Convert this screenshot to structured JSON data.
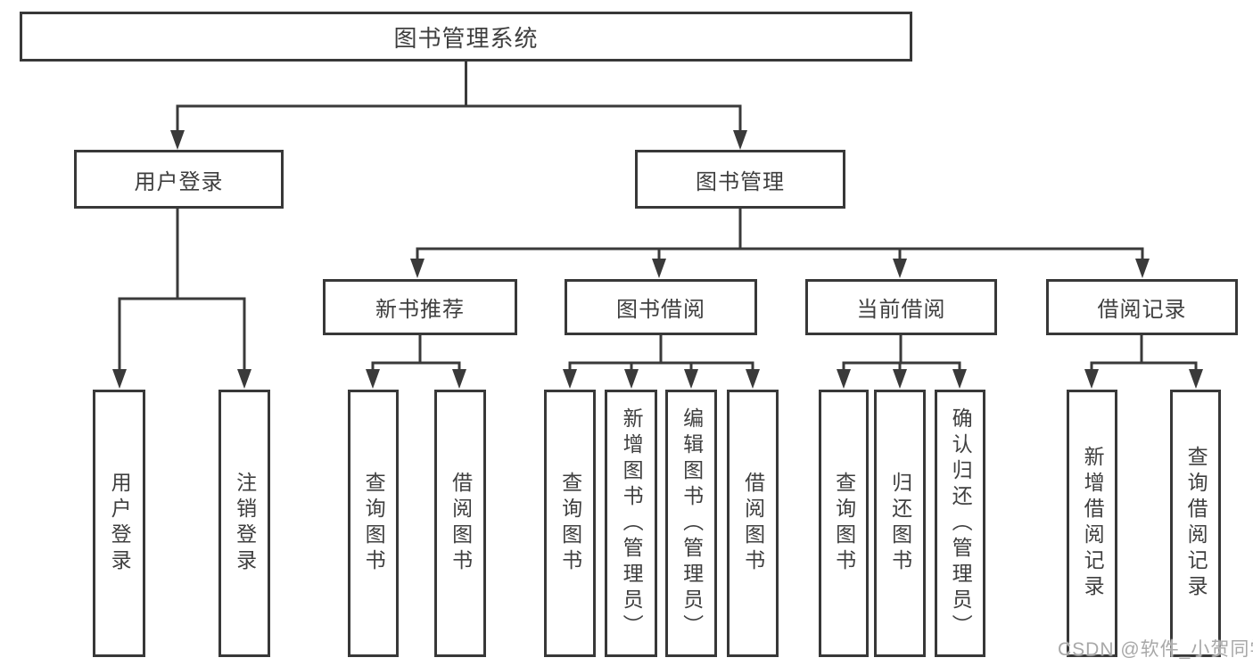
{
  "tree": {
    "label": "图书管理系统",
    "children": [
      {
        "label": "用户登录",
        "children": [
          {
            "label": "用户登录"
          },
          {
            "label": "注销登录"
          }
        ]
      },
      {
        "label": "图书管理",
        "children": [
          {
            "label": "新书推荐",
            "children": [
              {
                "label": "查询图书"
              },
              {
                "label": "借阅图书"
              }
            ]
          },
          {
            "label": "图书借阅",
            "children": [
              {
                "label": "查询图书"
              },
              {
                "label": "新增图书（管理员）"
              },
              {
                "label": "编辑图书（管理员）"
              },
              {
                "label": "借阅图书"
              }
            ]
          },
          {
            "label": "当前借阅",
            "children": [
              {
                "label": "查询图书"
              },
              {
                "label": "归还图书"
              },
              {
                "label": "确认归还（管理员）"
              }
            ]
          },
          {
            "label": "借阅记录",
            "children": [
              {
                "label": "新增借阅记录"
              },
              {
                "label": "查询借阅记录"
              }
            ]
          }
        ]
      }
    ]
  },
  "watermark": {
    "text": "CSDN @软件_小贺同学"
  },
  "colors": {
    "line": "#3a3a3a",
    "box_border": "#383838",
    "text": "#3f3f3f",
    "background": "#ffffff",
    "watermark": "#a8a8a8"
  }
}
